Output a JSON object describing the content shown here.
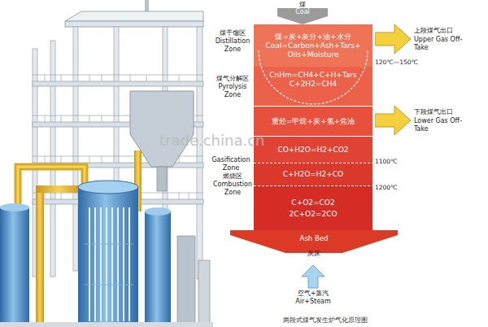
{
  "diagram": {
    "caption": "两段式煤气发生炉气化原理图",
    "nodes": [
      {
        "text": [
          "煤",
          "Coal"
        ]
      },
      {
        "text": [
          "煤=炭+灰分+油+水分",
          "Coal=Carbon+Ash+Tars+ Oils+Moisture"
        ]
      },
      {
        "text": [
          "CnHm=CH4+C+H+Tars",
          "C+2H2=CH4"
        ]
      },
      {
        "text": [
          "重烃=甲烷+炭+氢+焦油"
        ]
      },
      {
        "text": [
          "CO+H2O=H2+CO2"
        ]
      },
      {
        "text": [
          "C+H2O=H2+CO"
        ]
      },
      {
        "text": [
          "C+O2=CO2",
          "2C+O2=2CO"
        ]
      },
      {
        "text": [
          "Ash Bed",
          "灰床"
        ]
      },
      {
        "text": [
          "上段煤气出口",
          "Upper Gas Off-Take"
        ]
      },
      {
        "text": [
          "下段煤气出口",
          "Lower Gas Off-Take"
        ]
      },
      {
        "text": [
          "空气+蒸汽",
          "Air+Steam"
        ]
      }
    ],
    "labels": [
      "煤干馏区",
      "Distillation Zone",
      "120℃—150℃",
      "煤气分解区",
      "Pyrolysis Zone",
      "Gasification Zone",
      "1100℃",
      "燃烧区",
      "Combustion Zone",
      "1200℃",
      "trade.china.cn"
    ]
  }
}
